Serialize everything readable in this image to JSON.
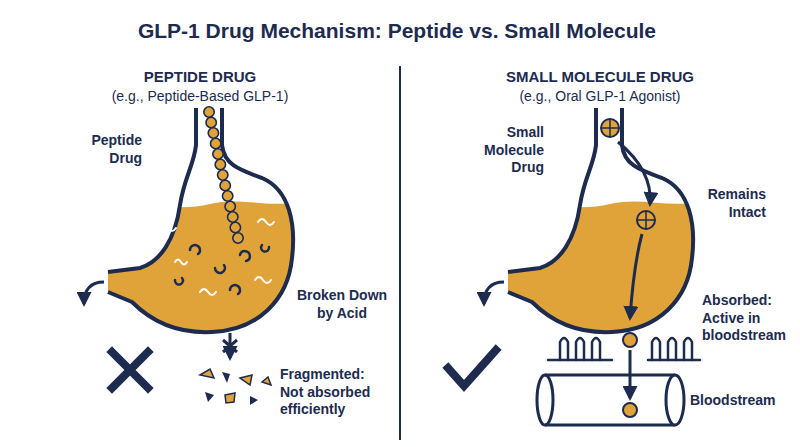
{
  "diagram": {
    "title": "GLP-1 Drug Mechanism: Peptide vs. Small Molecule",
    "labels": [
      "PEPTIDE DRUG",
      "(e.g., Peptide-Based GLP-1)",
      "Peptide Drug",
      "Broken Down by Acid",
      "Fragmented: Not absorbed efficiently",
      "SMALL MOLECULE DRUG",
      "(e.g., Oral GLP-1 Agonist)",
      "Small Molecule Drug",
      "Remains Intact",
      "Absorbed: Active in bloodstream",
      "Bloodstream"
    ]
  }
}
